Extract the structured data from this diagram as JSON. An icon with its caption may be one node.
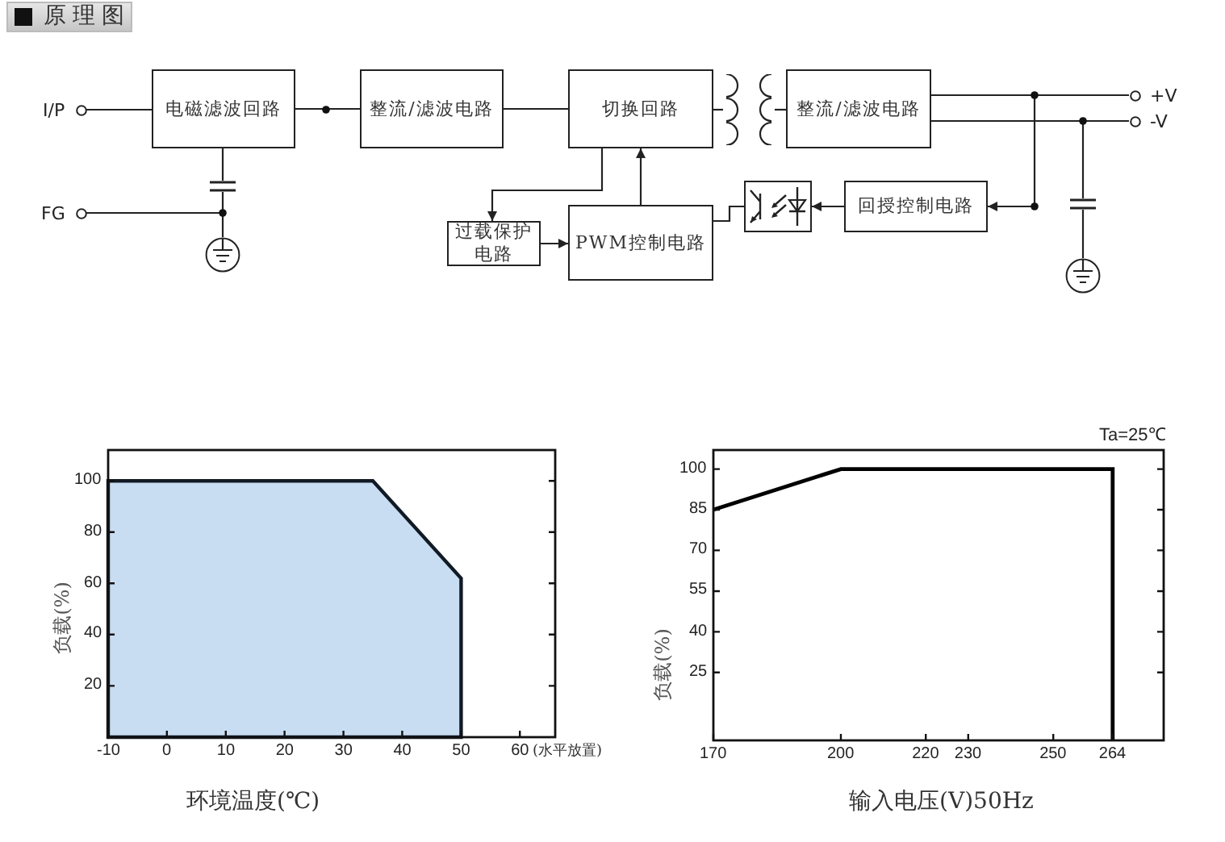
{
  "diagram": {
    "title": "原理图",
    "nodes": [
      {
        "text": [],
        "shape": "circle",
        "beside": [
          "I/P"
        ]
      },
      {
        "text": [
          "电磁滤波回路"
        ]
      },
      {
        "text": [
          "整流/滤波电路"
        ]
      },
      {
        "text": [
          "切换回路"
        ]
      },
      {
        "text": [],
        "shape": "transformer"
      },
      {
        "text": [
          "整流/滤波电路"
        ]
      },
      {
        "text": [],
        "shape": "circle",
        "beside": [
          "+V"
        ]
      },
      {
        "text": [],
        "shape": "circle",
        "beside": [
          "-V"
        ]
      },
      {
        "text": [],
        "shape": "circle",
        "beside": [
          "FG"
        ]
      },
      {
        "text": [],
        "shape": "capacitor"
      },
      {
        "text": [],
        "shape": "ground"
      },
      {
        "text": [
          "过载保护电路"
        ]
      },
      {
        "text": [
          "PWM控制电路"
        ]
      },
      {
        "text": [],
        "shape": "optocoupler"
      },
      {
        "text": [
          "回授控制电路"
        ]
      },
      {
        "text": [],
        "shape": "capacitor"
      },
      {
        "text": [],
        "shape": "ground"
      }
    ],
    "edges": [
      {
        "from": 0,
        "to": 1,
        "arrow": "none"
      },
      {
        "from": 1,
        "to": 2,
        "arrow": "none"
      },
      {
        "from": 2,
        "to": 3,
        "arrow": "none"
      },
      {
        "from": 3,
        "to": 4,
        "arrow": "none"
      },
      {
        "from": 4,
        "to": 5,
        "arrow": "none"
      },
      {
        "from": 5,
        "to": 6,
        "arrow": "none"
      },
      {
        "from": 5,
        "to": 7,
        "arrow": "none"
      },
      {
        "from": 5,
        "to": 14,
        "arrow": "to"
      },
      {
        "from": 14,
        "to": 13,
        "arrow": "to"
      },
      {
        "from": 13,
        "to": 12,
        "arrow": "none"
      },
      {
        "from": 12,
        "to": 3,
        "arrow": "to"
      },
      {
        "from": 3,
        "to": 11,
        "arrow": "to"
      },
      {
        "from": 11,
        "to": 12,
        "arrow": "to"
      },
      {
        "from": 1,
        "to": 9,
        "arrow": "none"
      },
      {
        "from": 9,
        "to": 10,
        "arrow": "none"
      },
      {
        "from": 8,
        "to": 10,
        "arrow": "none"
      },
      {
        "from": 5,
        "to": 15,
        "arrow": "none"
      },
      {
        "from": 15,
        "to": 16,
        "arrow": "none"
      }
    ],
    "labels": [
      "(水平放置)"
    ],
    "chart_data": [
      {
        "type": "area",
        "xlabel": "环境温度(℃)",
        "ylabel": "负载(%)",
        "x": [
          -10,
          35,
          50,
          50
        ],
        "series": [
          {
            "color": "#c9ddf2",
            "values": [
              100,
              100,
              62,
              0
            ]
          }
        ],
        "xlim": [
          -10,
          66
        ],
        "ylim": [
          0,
          112
        ],
        "xticks": [
          -10,
          0,
          10,
          20,
          30,
          40,
          50,
          60
        ],
        "yticks": [
          20,
          40,
          60,
          80,
          100
        ]
      },
      {
        "type": "line",
        "title": "Ta=25℃",
        "xlabel": "输入电压(V)50Hz",
        "ylabel": "负载(%)",
        "x": [
          170,
          200,
          264,
          264
        ],
        "series": [
          {
            "color": "#000000",
            "values": [
              85,
              100,
              100,
              0
            ]
          }
        ],
        "xlim": [
          170,
          276
        ],
        "ylim": [
          0,
          107
        ],
        "xticks": [
          170,
          200,
          220,
          230,
          250,
          264
        ],
        "yticks": [
          25,
          40,
          55,
          70,
          85,
          100
        ]
      }
    ]
  }
}
